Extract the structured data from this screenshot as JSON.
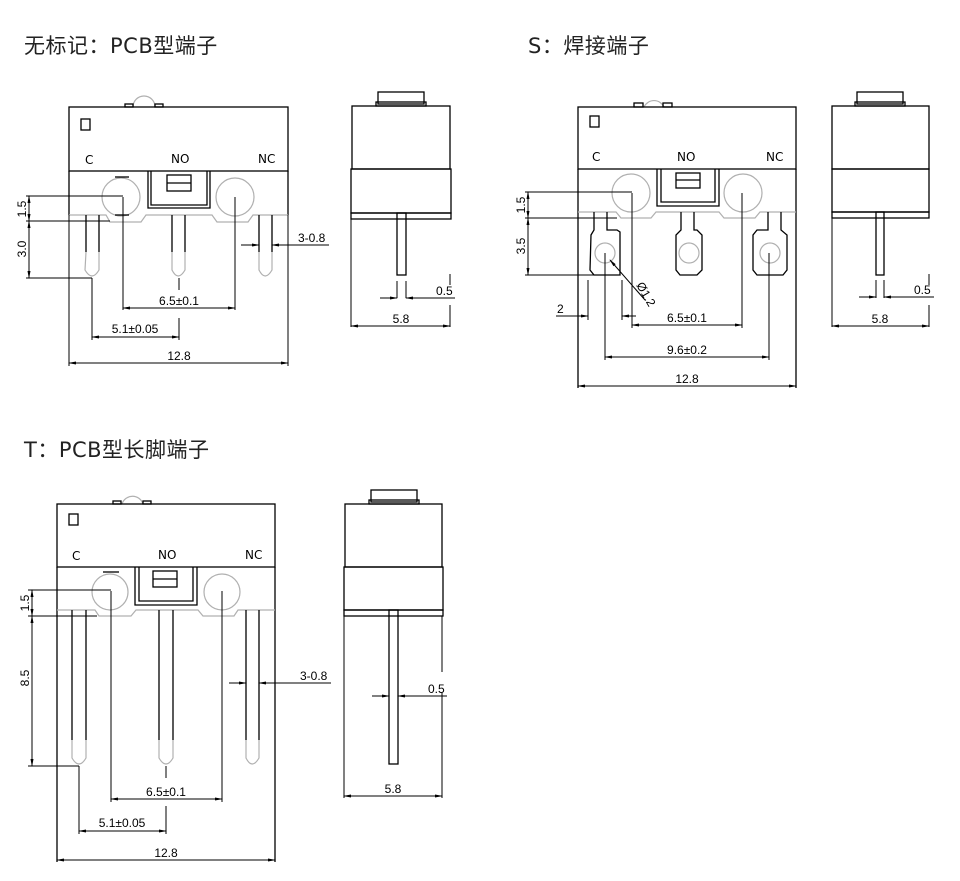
{
  "sections": {
    "pcb": {
      "title": "无标记：PCB型端子",
      "terminal_labels": {
        "c": "C",
        "no": "NO",
        "nc": "NC"
      },
      "dims": {
        "height_top": "1.5",
        "pin_length": "3.0",
        "pin_width": "3-0.8",
        "pitch": "6.5±0.1",
        "offset": "5.1±0.05",
        "total_width": "12.8",
        "side_pin_width": "0.5",
        "side_width": "5.8"
      }
    },
    "solder": {
      "title": "S：焊接端子",
      "terminal_labels": {
        "c": "C",
        "no": "NO",
        "nc": "NC"
      },
      "dims": {
        "height_top": "1.5",
        "pin_length": "3.5",
        "hole_diameter": "Ø1.2",
        "lug_offset": "2",
        "pitch": "6.5±0.1",
        "lug_pitch": "9.6±0.2",
        "total_width": "12.8",
        "side_pin_width": "0.5",
        "side_width": "5.8"
      }
    },
    "long_pcb": {
      "title": "T：PCB型长脚端子",
      "terminal_labels": {
        "c": "C",
        "no": "NO",
        "nc": "NC"
      },
      "dims": {
        "height_top": "1.5",
        "pin_length": "8.5",
        "pin_width": "3-0.8",
        "pitch": "6.5±0.1",
        "offset": "5.1±0.05",
        "total_width": "12.8",
        "side_pin_width": "0.5",
        "side_width": "5.8"
      }
    }
  }
}
